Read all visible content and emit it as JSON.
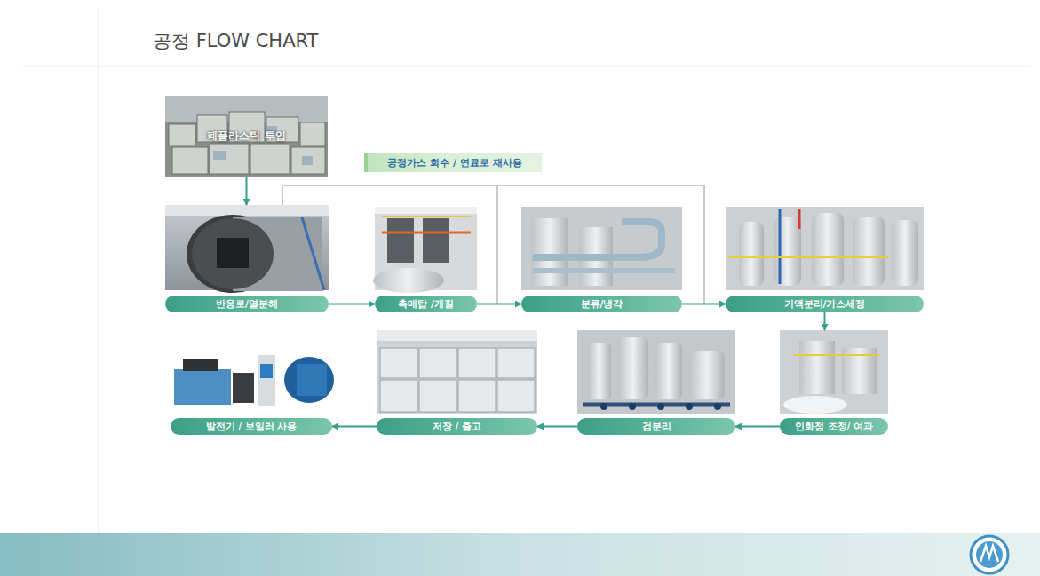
{
  "diagram": {
    "title": "공정 FLOW CHART",
    "nodes": [
      {
        "text": [
          "폐플라스틱 투입"
        ]
      },
      {
        "text": [
          "공정가스 회수 / 연료로 재사용"
        ]
      },
      {
        "text": [
          "반응로/열분해"
        ]
      },
      {
        "text": [
          "촉매탑 /개질"
        ]
      },
      {
        "text": [
          "분류/냉각"
        ]
      },
      {
        "text": [
          "기액분리/가스세정"
        ]
      },
      {
        "text": [
          "발전기 / 보일러 사용"
        ]
      },
      {
        "text": [
          "저장 / 출고"
        ]
      },
      {
        "text": [
          "검분리"
        ]
      },
      {
        "text": [
          "인화점 조정/ 여과"
        ]
      }
    ],
    "edges": [
      {
        "from": 0,
        "to": 2,
        "arrow": "to"
      },
      {
        "from": 2,
        "to": 3,
        "arrow": "to"
      },
      {
        "from": 3,
        "to": 4,
        "arrow": "to"
      },
      {
        "from": 4,
        "to": 5,
        "arrow": "to"
      },
      {
        "from": 5,
        "to": 9,
        "arrow": "to"
      },
      {
        "from": 9,
        "to": 8,
        "arrow": "to"
      },
      {
        "from": 8,
        "to": 7,
        "arrow": "to"
      },
      {
        "from": 7,
        "to": 6,
        "arrow": "to"
      }
    ]
  }
}
